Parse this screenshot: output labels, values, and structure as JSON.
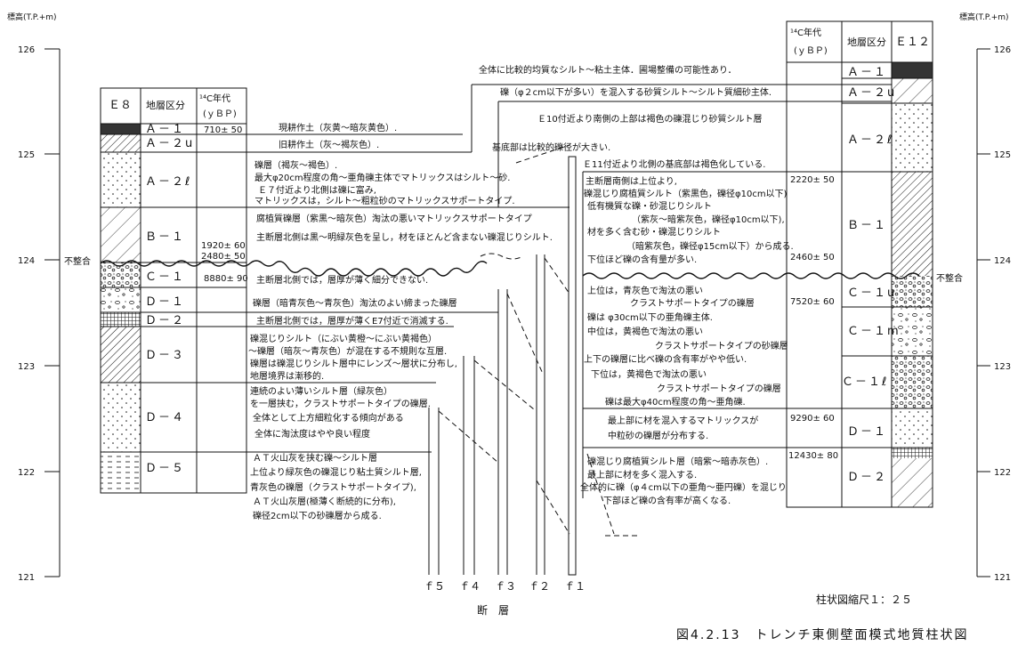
{
  "axis": {
    "left_title": "標高(T.P.+m)",
    "right_title": "標高(T.P.+m)",
    "ticks": [
      "126",
      "125",
      "124",
      "123",
      "122",
      "121"
    ],
    "unconformity": "不整合"
  },
  "e8": {
    "name": "Ｅ８",
    "col_strata": "地層区分",
    "col_age_1": "¹⁴C年代",
    "col_age_2": "(ｙＢＰ)",
    "layers": [
      {
        "code": "Ａ－１",
        "age": "710± 50"
      },
      {
        "code": "Ａ－２u",
        "age": ""
      },
      {
        "code": "Ａ－２ℓ",
        "age": ""
      },
      {
        "code": "Ｂ－１",
        "age": "1920± 60\n2480± 50"
      },
      {
        "code": "Ｃ－１",
        "age": "8880± 90"
      },
      {
        "code": "Ｄ－１",
        "age": ""
      },
      {
        "code": "Ｄ－２",
        "age": ""
      },
      {
        "code": "Ｄ－３",
        "age": ""
      },
      {
        "code": "Ｄ－４",
        "age": ""
      },
      {
        "code": "Ｄ－５",
        "age": ""
      }
    ],
    "desc": [
      "現耕作土（灰黄～暗灰黄色）.",
      "旧耕作土（灰～褐灰色）.",
      "礫層（褐灰～褐色）.",
      "最大φ20cm程度の角～亜角礫主体でマトリックスはシルト～砂.",
      "Ｅ７付近より北側は礫に富み,",
      "マトリックスは，シルト～粗粒砂のマトリックスサポートタイプ.",
      "腐植質礫層（紫黒～暗灰色）淘汰の悪いマトリックスサポートタイプ",
      "主断層北側は黒～明緑灰色を呈し，材をほとんど含まない礫混じりシルト.",
      "主断層北側では，層厚が薄く細分できない.",
      "礫層（暗青灰色～青灰色）淘汰のよい締まった礫層",
      "主断層北側では，層厚が薄くE7付近で消滅する.",
      "礫混じりシルト（にぶい黄橙～にぶい黄褐色）",
      "～礫層（暗灰～青灰色）が混在する不規則な互層.",
      "礫層は礫混じりシルト層中にレンズ～層状に分布し,",
      "地層境界は漸移的.",
      "連続のよい薄いシルト層（緑灰色）",
      "を一層挟む，クラストサポートタイプの礫層.",
      "全体として上方細粒化する傾向がある",
      "全体に淘汰度はやや良い程度",
      "ＡＴ火山灰を挟む礫～シルト層",
      "上位より緑灰色の礫混じり粘土質シルト層,",
      "青灰色の礫層（クラストサポートタイプ),",
      "ＡＴ火山灰層(極薄く断続的に分布),",
      "礫径2cm以下の砂礫層から成る."
    ]
  },
  "e12": {
    "name": "Ｅ１２",
    "col_strata": "地層区分",
    "col_age_1": "¹⁴C年代",
    "col_age_2": "(ｙＢＰ)",
    "layers": [
      {
        "code": "Ａ－１"
      },
      {
        "code": "Ａ－２u"
      },
      {
        "code": "Ａ－２ℓ"
      },
      {
        "code": "Ｂ－１"
      },
      {
        "code": "Ｃ－１u"
      },
      {
        "code": "Ｃ－１m"
      },
      {
        "code": "Ｃ－１ℓ"
      },
      {
        "code": "Ｄ－１"
      },
      {
        "code": "Ｄ－２"
      }
    ],
    "ages": [
      "2220± 50",
      "2460± 50",
      "7520± 60",
      "9290± 60",
      "12430± 80"
    ],
    "desc": [
      "全体に比較的均質なシルト～粘土主体．圃場整備の可能性あり．",
      "礫（φ２cm以下が多い）を混入する砂質シルト～シルト質細砂主体.",
      "Ｅ10付近より南側の上部は褐色の礫混じり砂質シルト層",
      "基底部は比較的礫径が大きい.",
      "Ｅ11付近より北側の基底部は褐色化している.",
      "主断層南側は上位より,",
      "礫混じり腐植質シルト（紫黒色，礫径φ10cm以下)",
      "低有機質な礫・砂混じりシルト",
      "（紫灰～暗紫灰色，礫径φ10cm以下),",
      "材を多く含む砂・礫混じりシルト",
      "（暗紫灰色，礫径φ15cm以下）から成る.",
      "下位ほど礫の含有量が多い.",
      "上位は，青灰色で淘汰の悪い",
      "クラストサポートタイプの礫層",
      "礫は φ30cm以下の亜角礫主体.",
      "中位は，黄褐色で淘汰の悪い",
      "クラストサポートタイプの砂礫層",
      "上下の礫層に比べ礫の含有率がやや低い.",
      "下位は，黄褐色で淘汰の悪い",
      "クラストサポートタイプの礫層",
      "礫は最大φ40cm程度の角～亜角礫.",
      "最上部に材を混入するマトリックスが",
      "中粒砂の礫層が分布する.",
      "礫混じり腐植質シルト層（暗紫～暗赤灰色）.",
      "最上部に材を多く混入する.",
      "全体的に礫（φ４cm以下の亜角～亜円礫）を混じり",
      "下部ほど礫の含有率が高くなる."
    ]
  },
  "faults": {
    "labels": [
      "ｆ５",
      "ｆ４",
      "ｆ３",
      "ｆ２",
      "ｆ１"
    ],
    "title": "断　層"
  },
  "scale": "柱状図縮尺１：２５",
  "caption": "図4.2.13　トレンチ東側壁面模式地質柱状図"
}
